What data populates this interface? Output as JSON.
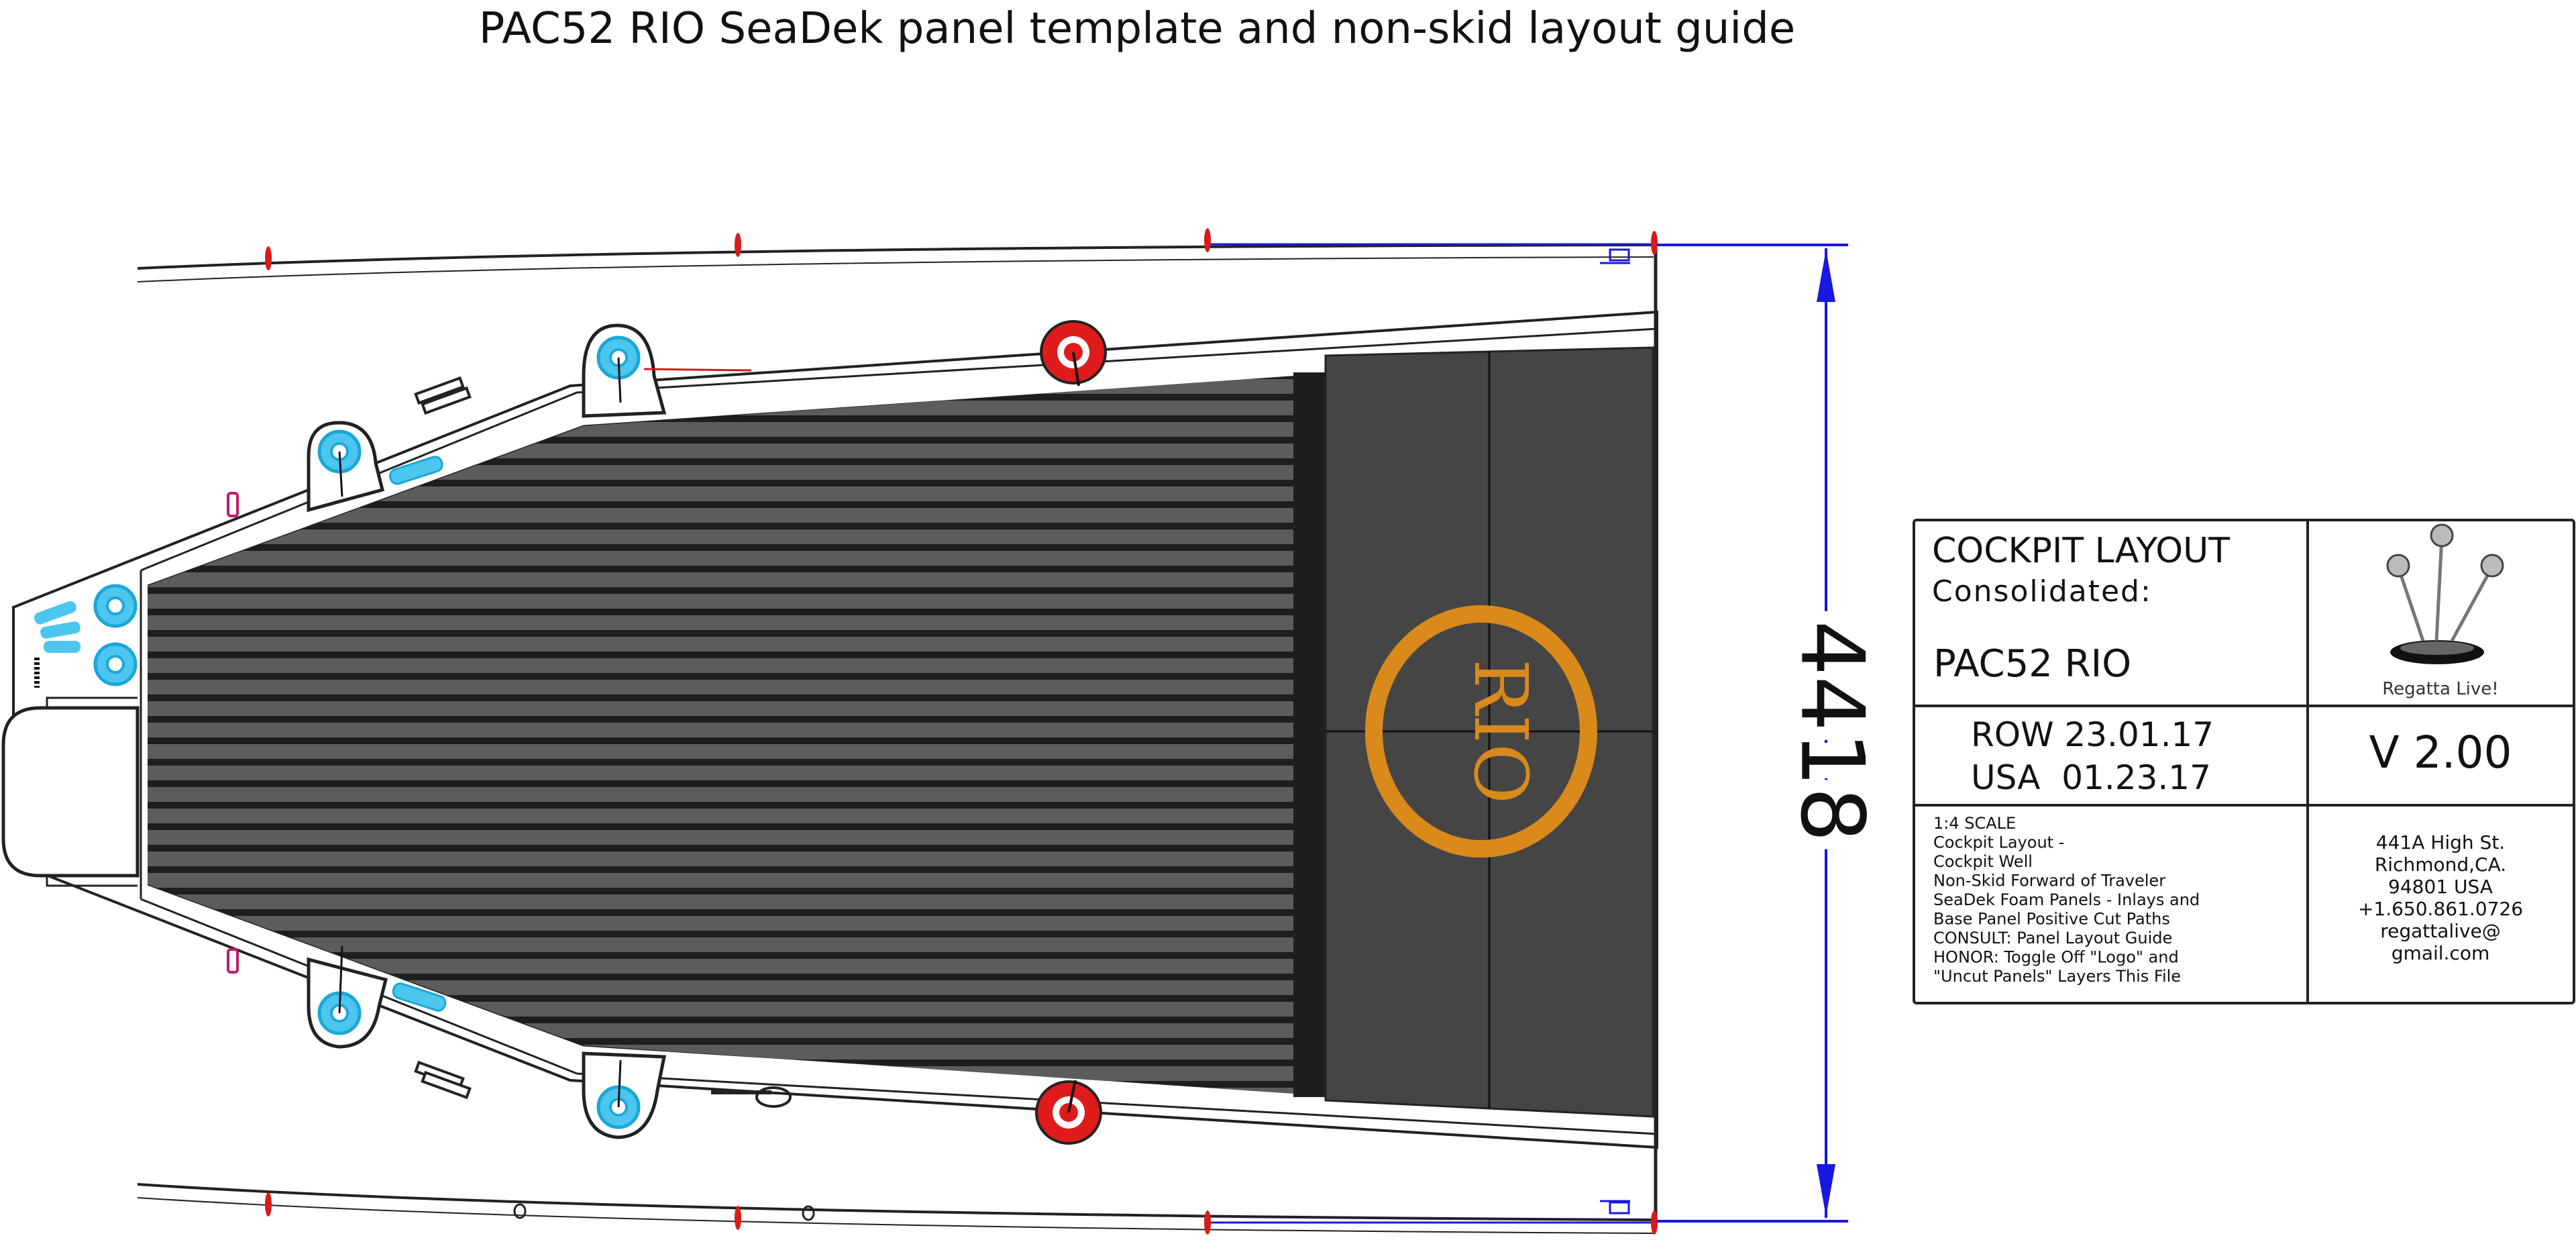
{
  "title": "PAC52 RIO SeaDek panel template and non-skid layout guide",
  "dimension": "4418",
  "logo": {
    "text": "RIO",
    "color": "#d98a1b"
  },
  "title_block": {
    "heading_1": "COCKPIT LAYOUT",
    "heading_2": "Consolidated:",
    "project": "PAC52 RIO",
    "brand": "Regatta Live!",
    "date_row": "ROW 23.01.17",
    "date_usa": "USA  01.23.17",
    "version": "V 2.00",
    "notes": [
      "1:4 SCALE",
      "Cockpit Layout -",
      "Cockpit Well",
      "Non-Skid Forward of Traveler",
      "SeaDek Foam Panels - Inlays and",
      "Base Panel Positive Cut Paths",
      "CONSULT: Panel Layout Guide",
      "HONOR: Toggle Off \"Logo\" and",
      "\"Uncut Panels\" Layers This File"
    ],
    "address": [
      "441A High St.",
      "Richmond,CA.",
      "94801  USA",
      "+1.650.861.0726",
      "regattalive@",
      "gmail.com"
    ]
  },
  "colors": {
    "deck_dark": "#454545",
    "stripe": "#5c5c5c",
    "stripe_gap": "#1e1e1e",
    "dimension_line": "#1818e0",
    "winch_red": "#e01b1b",
    "fitting_cyan": "#1aa7d8",
    "marker_red": "#d81a1a"
  }
}
